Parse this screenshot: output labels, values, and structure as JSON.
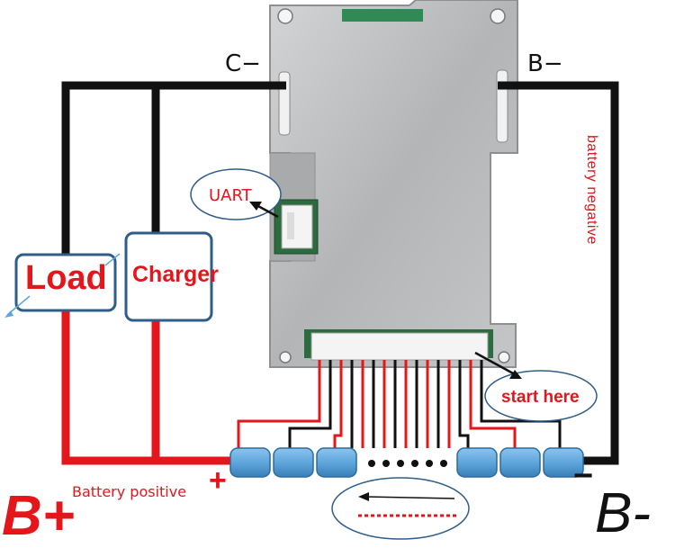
{
  "labels": {
    "c_minus": "C−",
    "b_minus_top": "B−",
    "uart": "UART",
    "load": "Load",
    "charger": "Charger",
    "start_here": "start here",
    "battery_negative": "battery negative",
    "battery_positive": "Battery positive",
    "b_plus": "B+",
    "b_minus": "B-",
    "plus_sign": "+",
    "minus_sign": "−"
  },
  "colors": {
    "positive_wire": "#e3161b",
    "negative_wire": "#111111",
    "cell": "#5ea6dc",
    "board": "#b9bbbc",
    "callout_border": "#2f5d8a"
  }
}
